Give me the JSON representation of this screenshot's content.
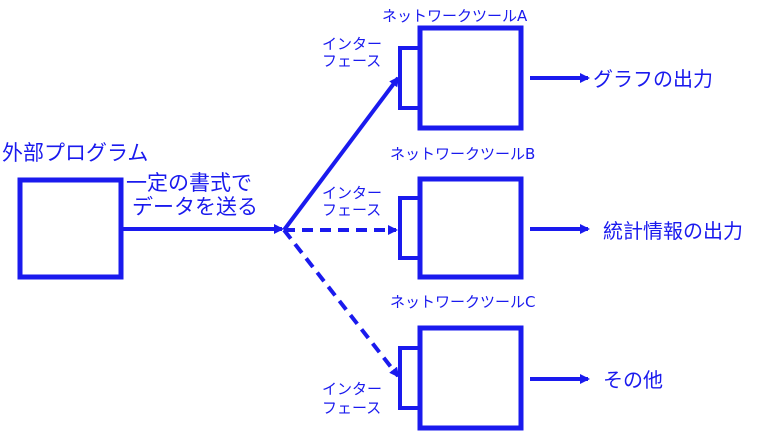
{
  "colors": {
    "primary": "#1a1aee"
  },
  "external_program": {
    "label": "外部プログラム"
  },
  "edge_label": {
    "line1": "一定の書式で",
    "line2": "データを送る"
  },
  "interface_label": {
    "line1": "インター",
    "line2": "フェース"
  },
  "tools": [
    {
      "title": "ネットワークツールA",
      "output": "グラフの出力"
    },
    {
      "title": "ネットワークツールB",
      "output": "統計情報の出力"
    },
    {
      "title": "ネットワークツールC",
      "output": "その他"
    }
  ]
}
